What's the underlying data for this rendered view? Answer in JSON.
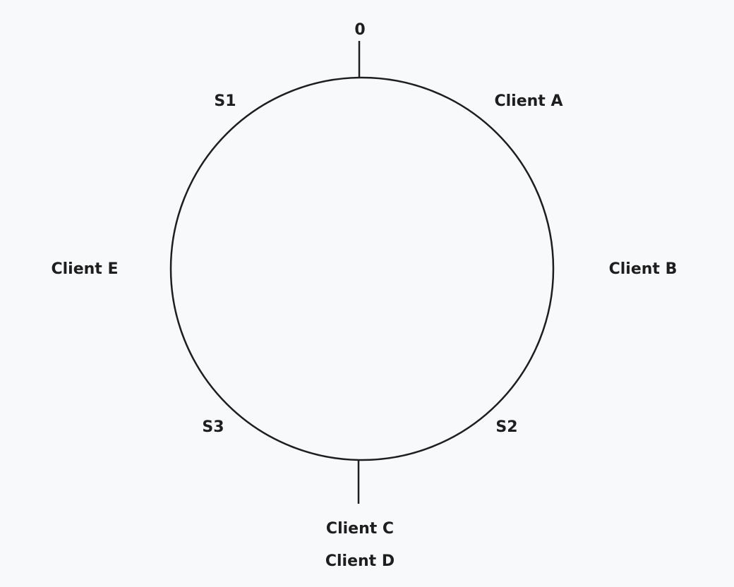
{
  "diagram": {
    "zero_label": "0",
    "servers": [
      "S1",
      "S2",
      "S3"
    ],
    "clients": [
      "Client A",
      "Client B",
      "Client C",
      "Client D",
      "Client E"
    ],
    "stroke_color": "#1e1e1e",
    "background_color": "#f8f9fb"
  }
}
